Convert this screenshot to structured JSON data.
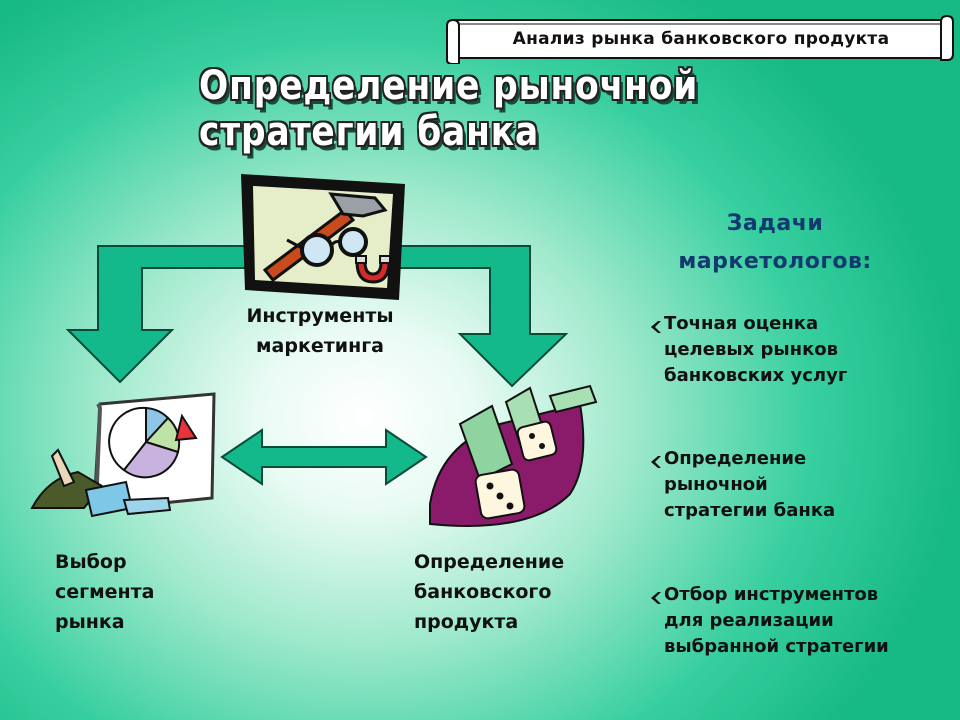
{
  "banner": {
    "text": "Анализ рынка банковского продукта"
  },
  "headline": "Определение рыночной стратегии банка",
  "diagram": {
    "tools_label": "Инструменты\nмаркетинга",
    "segment_label": "Выбор\nсегмента\nрынка",
    "product_label": "Определение\nбанковского\nпродукта"
  },
  "tasks": {
    "title": "Задачи\nмаркетологов:",
    "items": [
      "Точная оценка\n целевых рынков\n банковских услуг",
      "Определение\n рыночной\n стратегии банка",
      "Отбор инструментов\n для реализации\n выбранной стратегии"
    ]
  },
  "colors": {
    "arrow_fill": "#13b98a",
    "arrow_stroke": "#0a4a38",
    "task_title": "#123a6e",
    "background_edge": "#17b985"
  },
  "icons": {
    "tools": "hammer-glasses-magnet-icon",
    "segment": "pie-chart-computer-icon",
    "product": "money-dice-icon",
    "bullet": "diamond-arrow-bullet-icon"
  }
}
